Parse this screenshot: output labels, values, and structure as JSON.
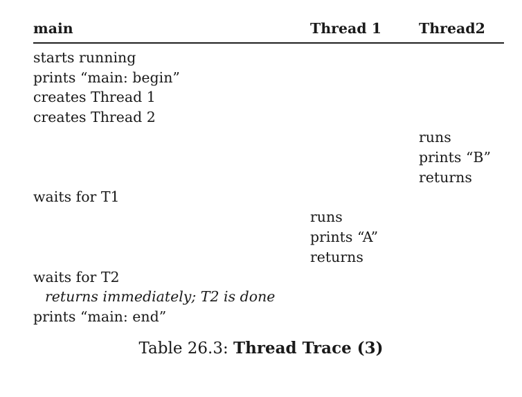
{
  "table": {
    "headers": {
      "main": "main",
      "thread1": "Thread 1",
      "thread2": "Thread2"
    },
    "rows": [
      {
        "main": "starts running",
        "thread1": "",
        "thread2": ""
      },
      {
        "main": "prints “main: begin”",
        "thread1": "",
        "thread2": ""
      },
      {
        "main": "creates Thread 1",
        "thread1": "",
        "thread2": ""
      },
      {
        "main": "creates Thread 2",
        "thread1": "",
        "thread2": ""
      },
      {
        "main": "",
        "thread1": "",
        "thread2": "runs"
      },
      {
        "main": "",
        "thread1": "",
        "thread2": "prints “B”"
      },
      {
        "main": "",
        "thread1": "",
        "thread2": "returns"
      },
      {
        "main": "waits for T1",
        "thread1": "",
        "thread2": ""
      },
      {
        "main": "",
        "thread1": "runs",
        "thread2": ""
      },
      {
        "main": "",
        "thread1": "prints “A”",
        "thread2": ""
      },
      {
        "main": "",
        "thread1": "returns",
        "thread2": ""
      },
      {
        "main": "waits for T2",
        "thread1": "",
        "thread2": ""
      },
      {
        "main": "returns immediately; T2 is done",
        "main_style": "italic",
        "thread1": "",
        "thread2": ""
      },
      {
        "main": "prints “main: end”",
        "thread1": "",
        "thread2": ""
      }
    ]
  },
  "caption": {
    "label": "Table 26.3: ",
    "title": "Thread Trace (3)"
  },
  "colors": {
    "background": "#ffffff",
    "text": "#1a1a1a",
    "rule": "#1f1f1f"
  }
}
